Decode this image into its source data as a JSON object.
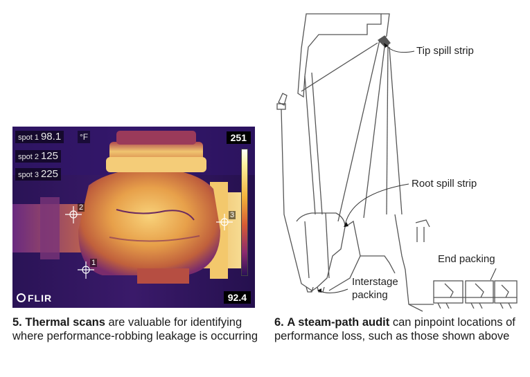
{
  "thermal": {
    "spots": [
      {
        "label": "spot 1",
        "value": "98.1"
      },
      {
        "label": "spot 2",
        "value": "125"
      },
      {
        "label": "spot 3",
        "value": "225"
      }
    ],
    "unit": "°F",
    "scale_max": "251",
    "scale_min": "92.4",
    "brand": "FLIR",
    "markers": [
      "2",
      "3",
      "1"
    ],
    "colors": {
      "hot": "#fff6c8",
      "warm": "#e8a646",
      "mid": "#c05a3a",
      "cool": "#6b2a7a",
      "cold": "#231047"
    }
  },
  "diagram": {
    "callouts": {
      "tip": "Tip spill strip",
      "root": "Root spill strip",
      "interstage_1": "Interstage",
      "interstage_2": "packing",
      "end": "End packing"
    }
  },
  "captions": {
    "fig5_number": "5.",
    "fig5_bold": "Thermal scans",
    "fig5_rest": " are valuable for identifying where performance-robbing leakage is occurring",
    "fig6_number": "6.",
    "fig6_bold": "A steam-path audit",
    "fig6_rest": " can pinpoint locations of performance loss, such as those shown above"
  }
}
